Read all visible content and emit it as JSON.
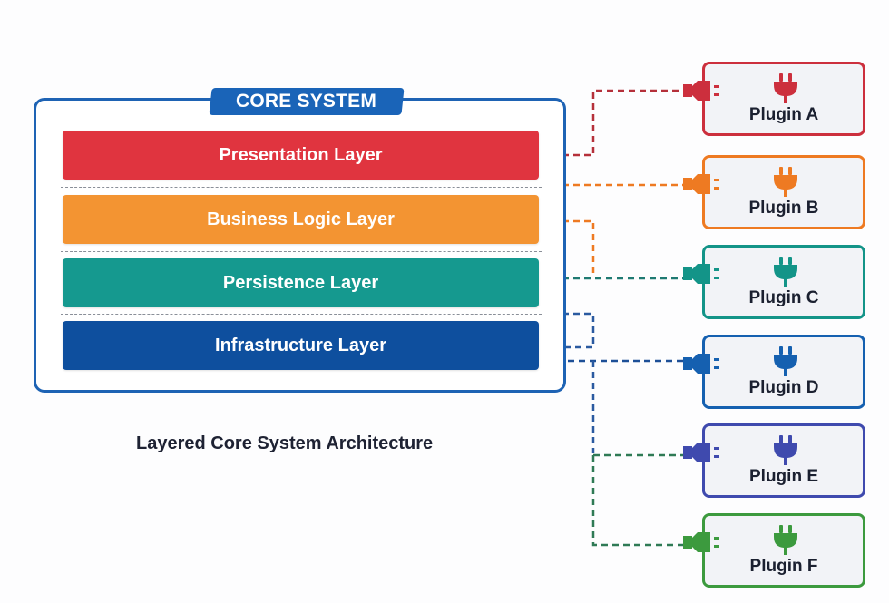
{
  "core": {
    "title": "CORE SYSTEM",
    "border_color": "#1e63b4",
    "layers": [
      {
        "label": "Presentation Layer",
        "color": "#e0343f"
      },
      {
        "label": "Business Logic Layer",
        "color": "#f39432"
      },
      {
        "label": "Persistence Layer",
        "color": "#15998f"
      },
      {
        "label": "Infrastructure Layer",
        "color": "#0e4f9e"
      }
    ]
  },
  "plugins": [
    {
      "label": "Plugin A",
      "color": "#cc2f3d",
      "icon": "plug-icon"
    },
    {
      "label": "Plugin B",
      "color": "#ee7a22",
      "icon": "plug-icon"
    },
    {
      "label": "Plugin C",
      "color": "#139488",
      "icon": "plug-icon"
    },
    {
      "label": "Plugin D",
      "color": "#1560b0",
      "icon": "plug-icon"
    },
    {
      "label": "Plugin E",
      "color": "#3f4aae",
      "icon": "plug-icon"
    },
    {
      "label": "Plugin F",
      "color": "#3c9a3e",
      "icon": "plug-icon"
    }
  ],
  "connections": [
    {
      "from": "Presentation Layer",
      "to": "Plugin A",
      "color": "#b5303a"
    },
    {
      "from": "Business Logic Layer",
      "to": "Plugin B",
      "color": "#ee7a22"
    },
    {
      "from": "Persistence Layer",
      "to": "Plugin C",
      "color": "#1e7a72"
    },
    {
      "from": "Infrastructure Layer",
      "to": "Plugin D",
      "color": "#1d4f97"
    },
    {
      "from": "Infrastructure Layer",
      "to": "Plugin E",
      "color": "#2f7a55"
    },
    {
      "from": "Infrastructure Layer",
      "to": "Plugin F",
      "color": "#2f7a55"
    }
  ],
  "caption": "Layered Core System Architecture"
}
